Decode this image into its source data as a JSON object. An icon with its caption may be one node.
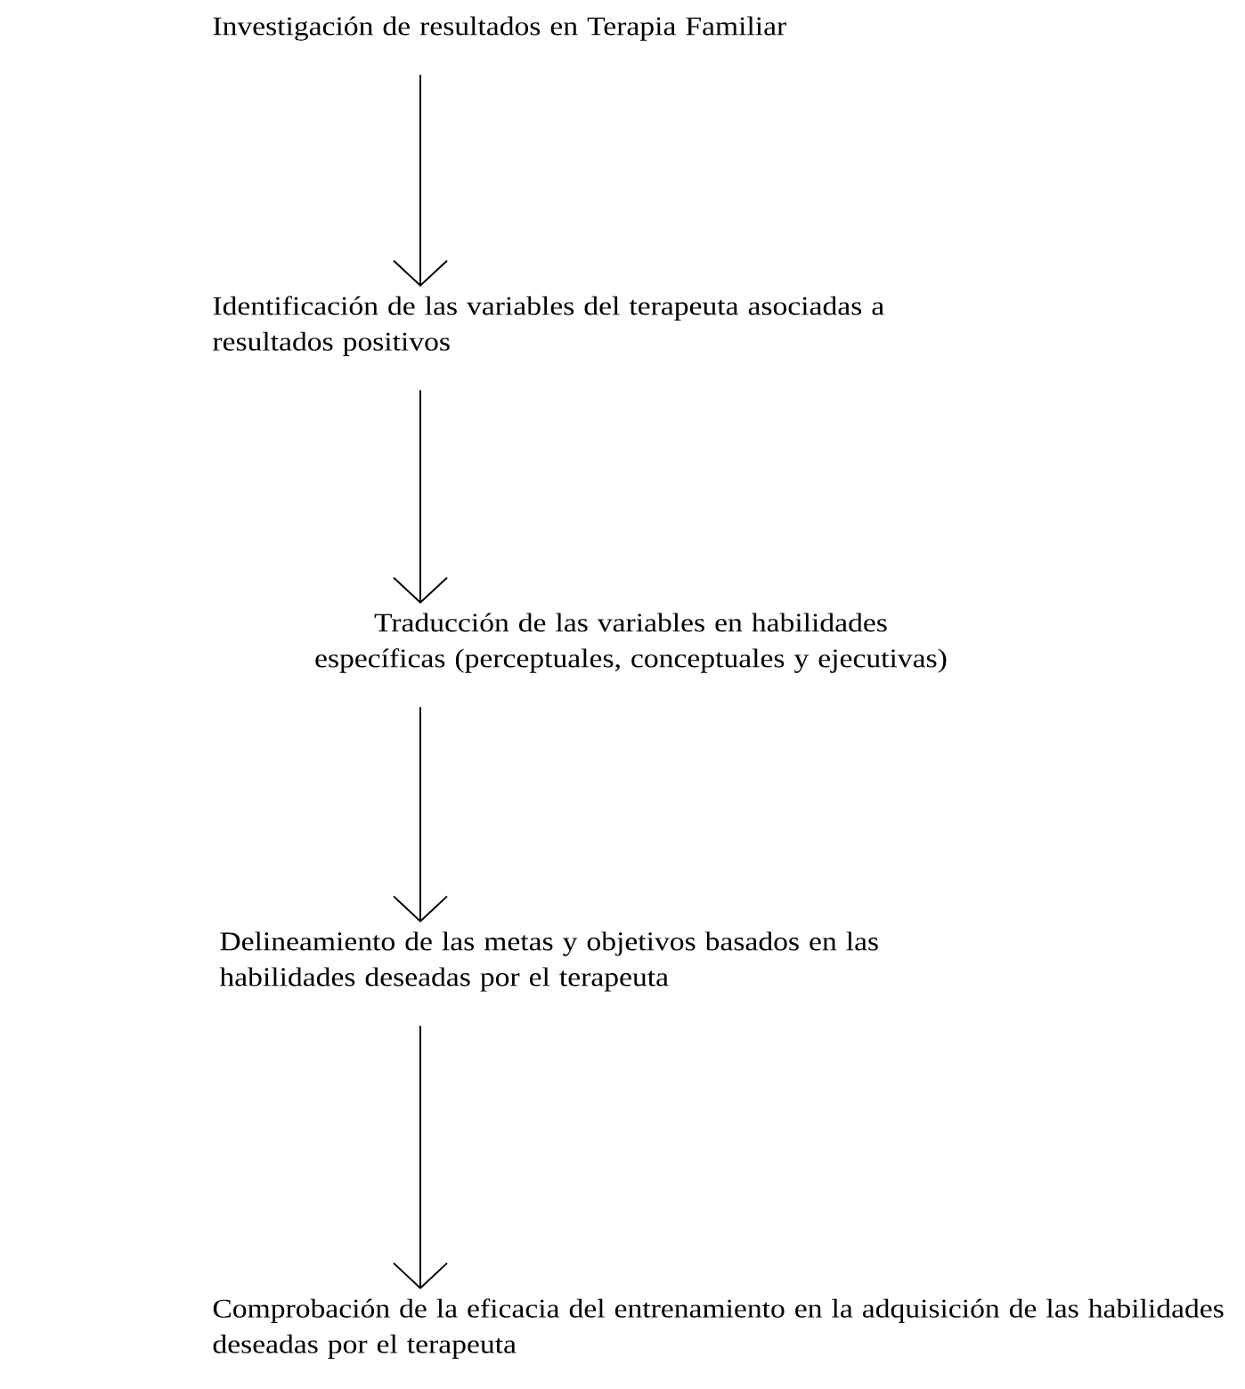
{
  "diagram": {
    "nodes": [
      {
        "text": [
          "Investigación de resultados en Terapia Familiar"
        ]
      },
      {
        "text": [
          "Identificación de las variables del terapeuta asociadas a resultados positivos"
        ]
      },
      {
        "text": [
          "Traducción de las variables en habilidades específicas (perceptuales, conceptuales y ejecutivas)"
        ]
      },
      {
        "text": [
          "Delineamiento de las metas y objetivos basados en las habilidades deseadas por el terapeuta"
        ]
      },
      {
        "text": [
          "Comprobación de la eficacia del entrenamiento en la adquisición de las habilidades deseadas por el terapeuta"
        ]
      }
    ],
    "edges": [
      {
        "from": 0,
        "to": 1,
        "arrow": "to"
      },
      {
        "from": 1,
        "to": 2,
        "arrow": "to"
      },
      {
        "from": 2,
        "to": 3,
        "arrow": "to"
      },
      {
        "from": 3,
        "to": 4,
        "arrow": "to"
      }
    ]
  }
}
